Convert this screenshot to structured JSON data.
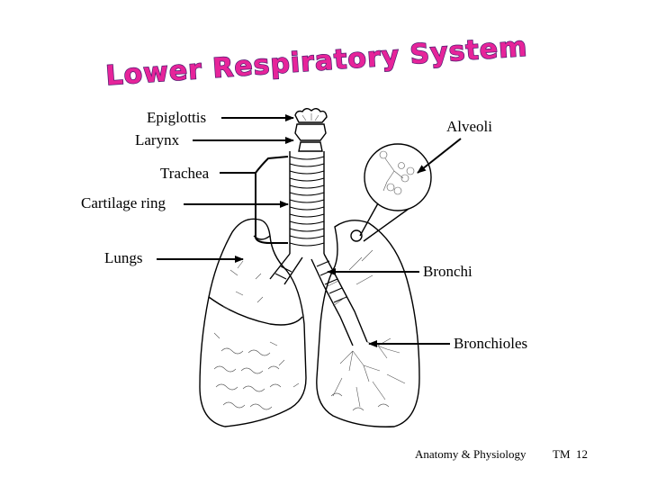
{
  "title": "Lower Respiratory System",
  "labels": {
    "epiglottis": "Epiglottis",
    "larynx": "Larynx",
    "trachea": "Trachea",
    "cartilage_ring": "Cartilage ring",
    "lungs": "Lungs",
    "alveoli": "Alveoli",
    "bronchi": "Bronchi",
    "bronchioles": "Bronchioles"
  },
  "footer": {
    "course": "Anatomy & Physiology",
    "page": "TM  12"
  },
  "colors": {
    "title_fill": "#e6249a",
    "title_outline": "#4a1a6e"
  }
}
